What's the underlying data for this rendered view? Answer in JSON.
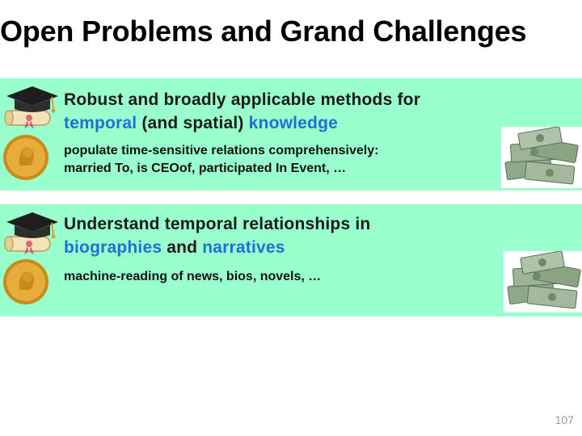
{
  "slide": {
    "title": "Open Problems and Grand Challenges",
    "page_number": "107"
  },
  "items": [
    {
      "heading_parts": [
        "Robust and broadly applicable methods for",
        "temporal",
        " (and spatial) ",
        "knowledge"
      ],
      "detail_lines": [
        "populate time-sensitive relations comprehensively:",
        "married To, is CEOof, participated In Event, …"
      ]
    },
    {
      "heading_parts": [
        "Understand temporal relationships in",
        "biographies",
        " and ",
        "narratives"
      ],
      "detail_lines": [
        "machine-reading of news, bios, novels, …"
      ]
    }
  ],
  "icons": [
    "graduation-cap-icon",
    "diploma-scroll-icon",
    "nobel-medal-icon",
    "money-stack-icon"
  ],
  "colors": {
    "panel_bg": "#99ffcc",
    "highlight": "#1f6fd6",
    "page_number": "#9a9a9a"
  }
}
